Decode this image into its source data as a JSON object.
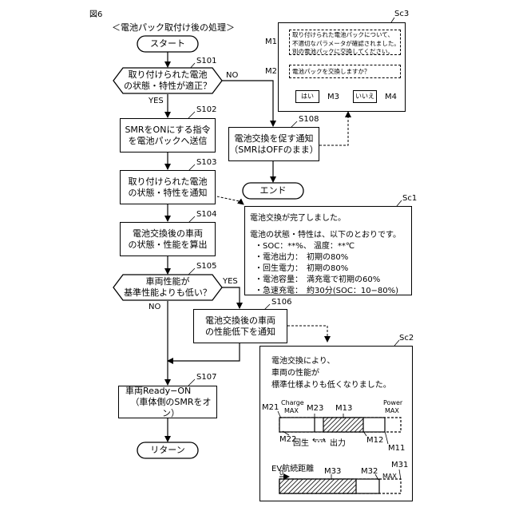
{
  "figure_label": "図6",
  "title": "＜電池パック取付け後の処理＞",
  "start": "スタート",
  "end": "エンド",
  "return": "リターン",
  "yes": "YES",
  "no": "NO",
  "steps": {
    "S101": {
      "label": "S101",
      "line1": "取り付けられた電池",
      "line2": "の状態・特性が適正？"
    },
    "S102": {
      "label": "S102",
      "line1": "SMRをONにする指令",
      "line2": "を電池パックへ送信"
    },
    "S103": {
      "label": "S103",
      "line1": "取り付けられた電池",
      "line2": "の状態・特性を通知"
    },
    "S104": {
      "label": "S104",
      "line1": "電池交換後の車両",
      "line2": "の状態・性能を算出"
    },
    "S105": {
      "label": "S105",
      "line1": "車両性能が",
      "line2": "基準性能よりも低い？"
    },
    "S106": {
      "label": "S106",
      "line1": "電池交換後の車両",
      "line2": "の性能低下を通知"
    },
    "S107": {
      "label": "S107",
      "line1": "車両Ready−ON",
      "line2": "（車体側のSMRをオン）"
    },
    "S108": {
      "label": "S108",
      "line1": "電池交換を促す通知",
      "line2": "（SMRはOFFのまま）"
    }
  },
  "sc3": {
    "label": "Sc3",
    "m1_label": "M1",
    "m1_lines": [
      "取り付けられた電池パックについて、",
      "不適切なパラメータが確認されました。",
      "別の電池パックに交換してください。"
    ],
    "m2_label": "M2",
    "m2_text": "電池パックを交換しますか？",
    "yes_button": "はい",
    "no_button": "いいえ",
    "m3_label": "M3",
    "m4_label": "M4"
  },
  "sc1": {
    "label": "Sc1",
    "line1": "電池交換が完了しました。",
    "line2": "電池の状態・特性は、以下のとおりです。",
    "items": [
      "・SOC：**%、 温度：**℃",
      "・電池出力：　初期の80%",
      "・回生電力：　初期の80%",
      "・電池容量：　満充電で初期の60%",
      "・急速充電：　約30分(SOC：10−80%)"
    ]
  },
  "sc2": {
    "label": "Sc2",
    "lines": [
      "電池交換により、",
      "車両の性能が",
      "標準仕様よりも低くなりました。"
    ],
    "charge_label": "Charge",
    "charge_max": "MAX",
    "power_label": "Power",
    "power_max": "MAX",
    "m21": "M21",
    "m23": "M23",
    "m13": "M13",
    "m22": "M22",
    "m12": "M12",
    "m11": "M11",
    "regen": "回生",
    "arrows": "←→",
    "output": "出力",
    "ev_label": "EV航続距離",
    "zero": "0",
    "m33": "M33",
    "m32": "M32",
    "m31": "M31",
    "range_max": "MAX"
  }
}
